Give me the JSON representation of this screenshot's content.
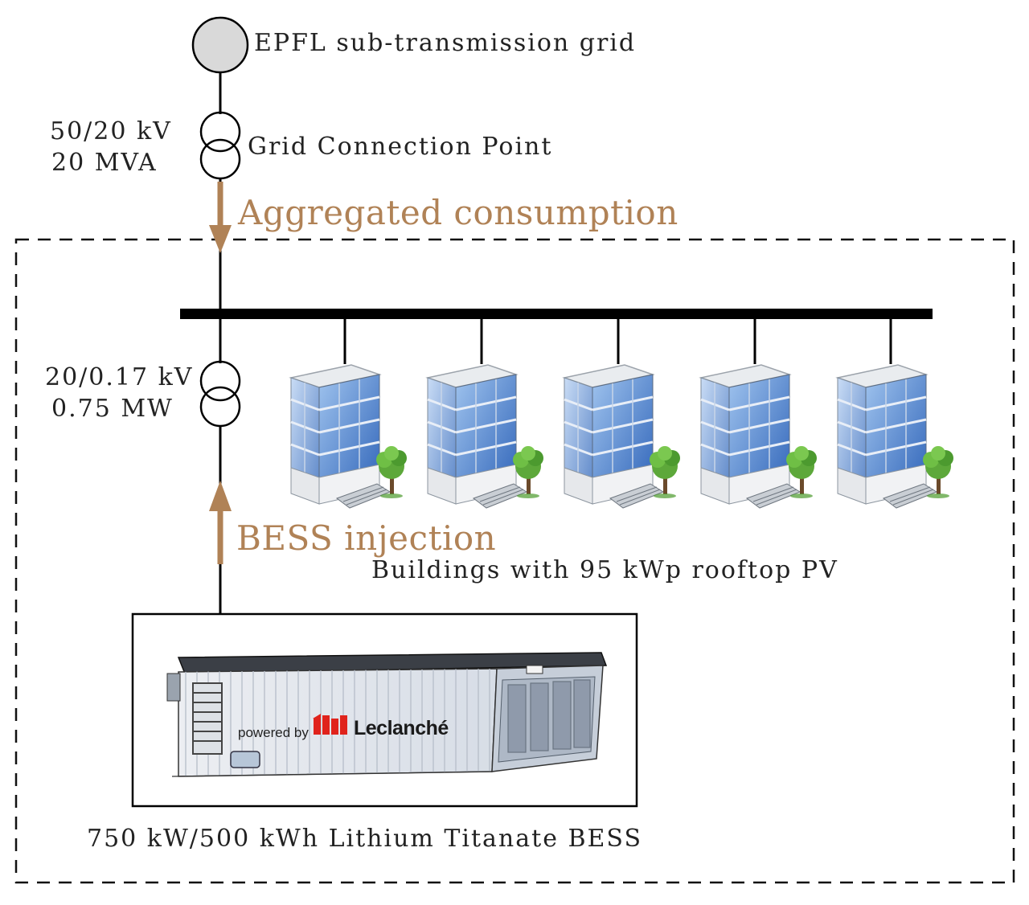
{
  "grid": {
    "label": "EPFL sub-transmission grid"
  },
  "gcp": {
    "label": "Grid Connection Point",
    "rating_voltage": "50/20 kV",
    "rating_power": "20 MVA"
  },
  "flows": {
    "aggregated": "Aggregated consumption",
    "bess": "BESS injection"
  },
  "lv_transformer": {
    "rating_voltage": "20/0.17 kV",
    "rating_power": "0.75 MW"
  },
  "buildings": {
    "count": 5,
    "label": "Buildings with 95 kWp rooftop PV"
  },
  "bess": {
    "label": "750 kW/500 kWh Lithium Titanate BESS",
    "brand_text": "powered by",
    "brand_name": "Leclanché"
  },
  "colors": {
    "flow_arrow": "#b08256",
    "grid_node": "#d9d9d9",
    "busbar": "#000000",
    "logo_red": "#e0231c"
  }
}
